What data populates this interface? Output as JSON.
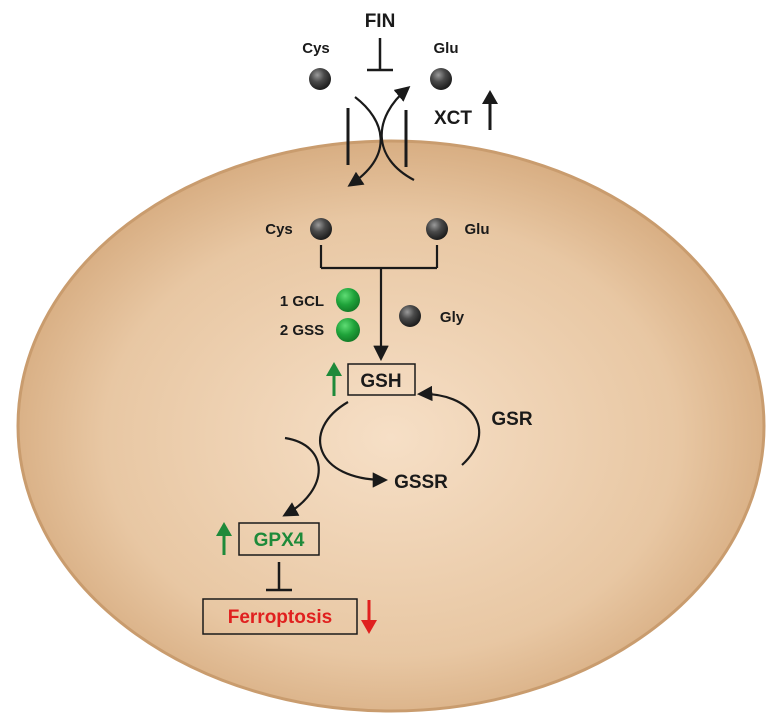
{
  "outside": {
    "inhibitor": "FIN",
    "cys": "Cys",
    "glu": "Glu",
    "transporter": "XCT"
  },
  "inside": {
    "cys": "Cys",
    "glu": "Glu",
    "gly": "Gly",
    "enzyme1": "1 GCL",
    "enzyme2": "2 GSS",
    "gsh": "GSH",
    "gsr": "GSR",
    "gssr": "GSSR",
    "gpx4": "GPX4",
    "ferroptosis": "Ferroptosis"
  },
  "colors": {
    "cell_fill": "#e5c6a2",
    "cell_edge": "#c79a6b",
    "enzyme_green": "#1fa33a",
    "up_green": "#1e8a3a",
    "ferroptosis_red": "#e0201f",
    "molecule": "#3a3a3a"
  }
}
